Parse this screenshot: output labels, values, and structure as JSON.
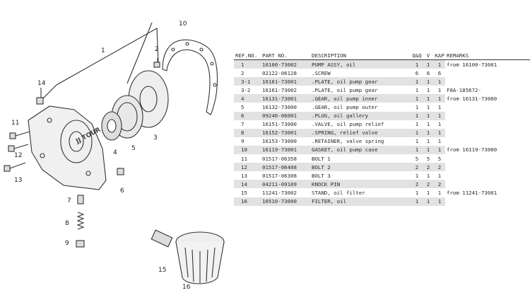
{
  "diagram": {
    "callouts": [
      "1",
      "2",
      "3",
      "4",
      "5",
      "6",
      "7",
      "8",
      "9",
      "10",
      "11",
      "12",
      "13",
      "14",
      "15",
      "16"
    ],
    "watermark": "JJ TOUR"
  },
  "table": {
    "headers": {
      "ref": "REF.NO.",
      "part": "PART NO.",
      "desc": "DESCRIPTION",
      "qtys": [
        "Q&Q",
        "V",
        "KAP"
      ],
      "remarks": "REMARKS"
    },
    "rows": [
      {
        "ref": "1",
        "part": "16100-73002",
        "desc": "PUMP ASSY, oil",
        "q1": "1",
        "q2": "1",
        "q3": "1",
        "remarks": "from 16100-73001"
      },
      {
        "ref": "2",
        "part": "02122-06128",
        "desc": ".SCREW",
        "q1": "6",
        "q2": "6",
        "q3": "6",
        "remarks": ""
      },
      {
        "ref": "3-1",
        "part": "16161-73001",
        "desc": ".PLATE, oil pump gear",
        "q1": "1",
        "q2": "1",
        "q3": "1",
        "remarks": ""
      },
      {
        "ref": "3-2",
        "part": "16161-73002",
        "desc": ".PLATE, oil pump gear",
        "q1": "1",
        "q2": "1",
        "q3": "1",
        "remarks": "F8A-185672-"
      },
      {
        "ref": "4",
        "part": "16131-73001",
        "desc": ".GEAR, oil pump inner",
        "q1": "1",
        "q2": "1",
        "q3": "1",
        "remarks": "from 16131-73000"
      },
      {
        "ref": "5",
        "part": "16132-73000",
        "desc": ".GEAR, oil pump outer",
        "q1": "1",
        "q2": "1",
        "q3": "1",
        "remarks": ""
      },
      {
        "ref": "6",
        "part": "09246-06001",
        "desc": ".PLUG, oil gallery",
        "q1": "1",
        "q2": "1",
        "q3": "1",
        "remarks": ""
      },
      {
        "ref": "7",
        "part": "16151-73000",
        "desc": ".VALVE, oil pump relief",
        "q1": "1",
        "q2": "1",
        "q3": "1",
        "remarks": ""
      },
      {
        "ref": "8",
        "part": "16152-73001",
        "desc": ".SPRING, relief valve",
        "q1": "1",
        "q2": "1",
        "q3": "1",
        "remarks": ""
      },
      {
        "ref": "9",
        "part": "16153-73000",
        "desc": ".RETAINER, valve spring",
        "q1": "1",
        "q2": "1",
        "q3": "1",
        "remarks": ""
      },
      {
        "ref": "10",
        "part": "16119-73001",
        "desc": "GASKET, oil pump case",
        "q1": "1",
        "q2": "1",
        "q3": "1",
        "remarks": "from 16119-73000"
      },
      {
        "ref": "11",
        "part": "01517-06358",
        "desc": "BOLT 1",
        "q1": "5",
        "q2": "5",
        "q3": "5",
        "remarks": ""
      },
      {
        "ref": "12",
        "part": "01517-06408",
        "desc": "BOLT 2",
        "q1": "2",
        "q2": "2",
        "q3": "2",
        "remarks": ""
      },
      {
        "ref": "13",
        "part": "01517-06308",
        "desc": "BOLT 3",
        "q1": "1",
        "q2": "1",
        "q3": "1",
        "remarks": ""
      },
      {
        "ref": "14",
        "part": "04211-09109",
        "desc": "KNOCK PIN",
        "q1": "2",
        "q2": "2",
        "q3": "2",
        "remarks": ""
      },
      {
        "ref": "15",
        "part": "11241-73002",
        "desc": "STAND, oil filter",
        "q1": "1",
        "q2": "1",
        "q3": "1",
        "remarks": "from 11241-73001"
      },
      {
        "ref": "16",
        "part": "16510-73000",
        "desc": "FILTER, oil",
        "q1": "1",
        "q2": "1",
        "q3": "1",
        "remarks": ""
      }
    ]
  }
}
